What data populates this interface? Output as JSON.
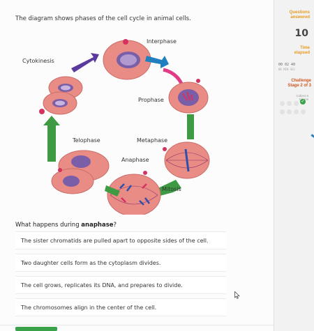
{
  "prompt": "The diagram shows phases of the cell cycle in animal cells.",
  "diagram_labels": {
    "interphase": "Interphase",
    "cytokinesis": "Cytokinesis",
    "prophase": "Prophase",
    "telophase": "Telophase",
    "metaphase": "Metaphase",
    "anaphase": "Anaphase",
    "mitosis": "Mitosis"
  },
  "question": {
    "before": "What happens during ",
    "bold": "anaphase",
    "after": "?"
  },
  "answers": [
    "The sister chromatids are pulled apart to opposite sides of the cell.",
    "Two daughter cells form as the cytoplasm divides.",
    "The cell grows, replicates its DNA, and prepares to divide.",
    "The chromosomes align in the center of the cell."
  ],
  "sidebar": {
    "questions_label_1": "Questions",
    "questions_label_2": "answered",
    "questions_count": "10",
    "time_label_1": "Time",
    "time_label_2": "elapsed",
    "timer_value": "00    02    40",
    "timer_units": "HR   MIN   SEC",
    "challenge_label": "Challenge",
    "stage_label": "Stage 2 of 3",
    "tokens_1": "Collect 6",
    "tokens_2": "tokens"
  },
  "colors": {
    "arrow_green": "#3e9a43",
    "arrow_purple": "#5a3a9c",
    "arrow_blue": "#1f7fbf",
    "arrow_pink": "#e23b86",
    "cell_pink": "#e88a84",
    "nucleus_purple": "#7d5aa6",
    "accent_orange": "#e89a1e"
  }
}
